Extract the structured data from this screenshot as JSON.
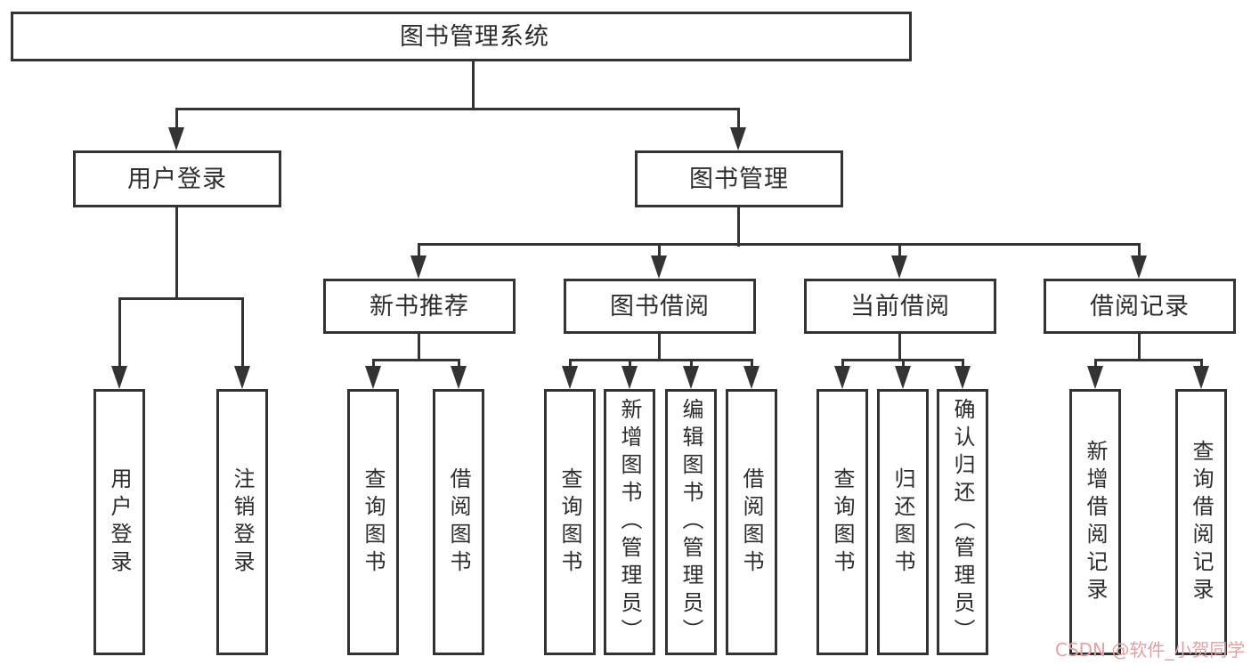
{
  "colors": {
    "line": "#333333",
    "text": "#2d2d2d",
    "background": "#ffffff"
  },
  "tree": {
    "root": {
      "label": "图书管理系统"
    },
    "branches": [
      {
        "label": "用户登录",
        "children": [
          "用户登录",
          "注销登录"
        ]
      },
      {
        "label": "图书管理",
        "children_groups": [
          {
            "label": "新书推荐",
            "children": [
              "查询图书",
              "借阅图书"
            ]
          },
          {
            "label": "图书借阅",
            "children": [
              "查询图书",
              "新增图书（管理员）",
              "编辑图书（管理员）",
              "借阅图书"
            ]
          },
          {
            "label": "当前借阅",
            "children": [
              "查询图书",
              "归还图书",
              "确认归还（管理员）"
            ]
          },
          {
            "label": "借阅记录",
            "children": [
              "新增借阅记录",
              "查询借阅记录"
            ]
          }
        ]
      }
    ]
  },
  "watermark": {
    "text": "CSDN @软件_小贺同学",
    "color": "#e3a1a1"
  }
}
